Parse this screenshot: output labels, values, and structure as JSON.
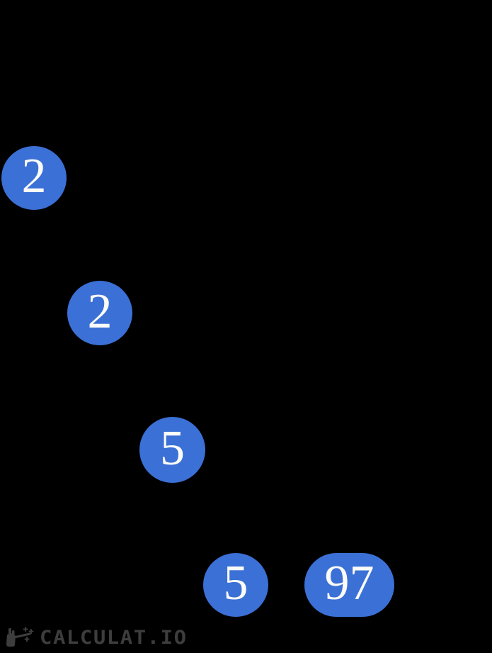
{
  "background_color": "#000000",
  "tree": {
    "description": "prime factor tree leaf nodes",
    "node_color": "#3b70d6",
    "text_color": "#fbfbf8",
    "nodes": [
      {
        "value": "2"
      },
      {
        "value": "2"
      },
      {
        "value": "5"
      },
      {
        "value": "5"
      },
      {
        "value": "97"
      }
    ],
    "prime_factors": [
      "2",
      "2",
      "5",
      "5",
      "97"
    ]
  },
  "watermark": {
    "text": "CALCULAT.IO",
    "icon": "hand-wand-icon",
    "color": "#3d3d3d"
  }
}
